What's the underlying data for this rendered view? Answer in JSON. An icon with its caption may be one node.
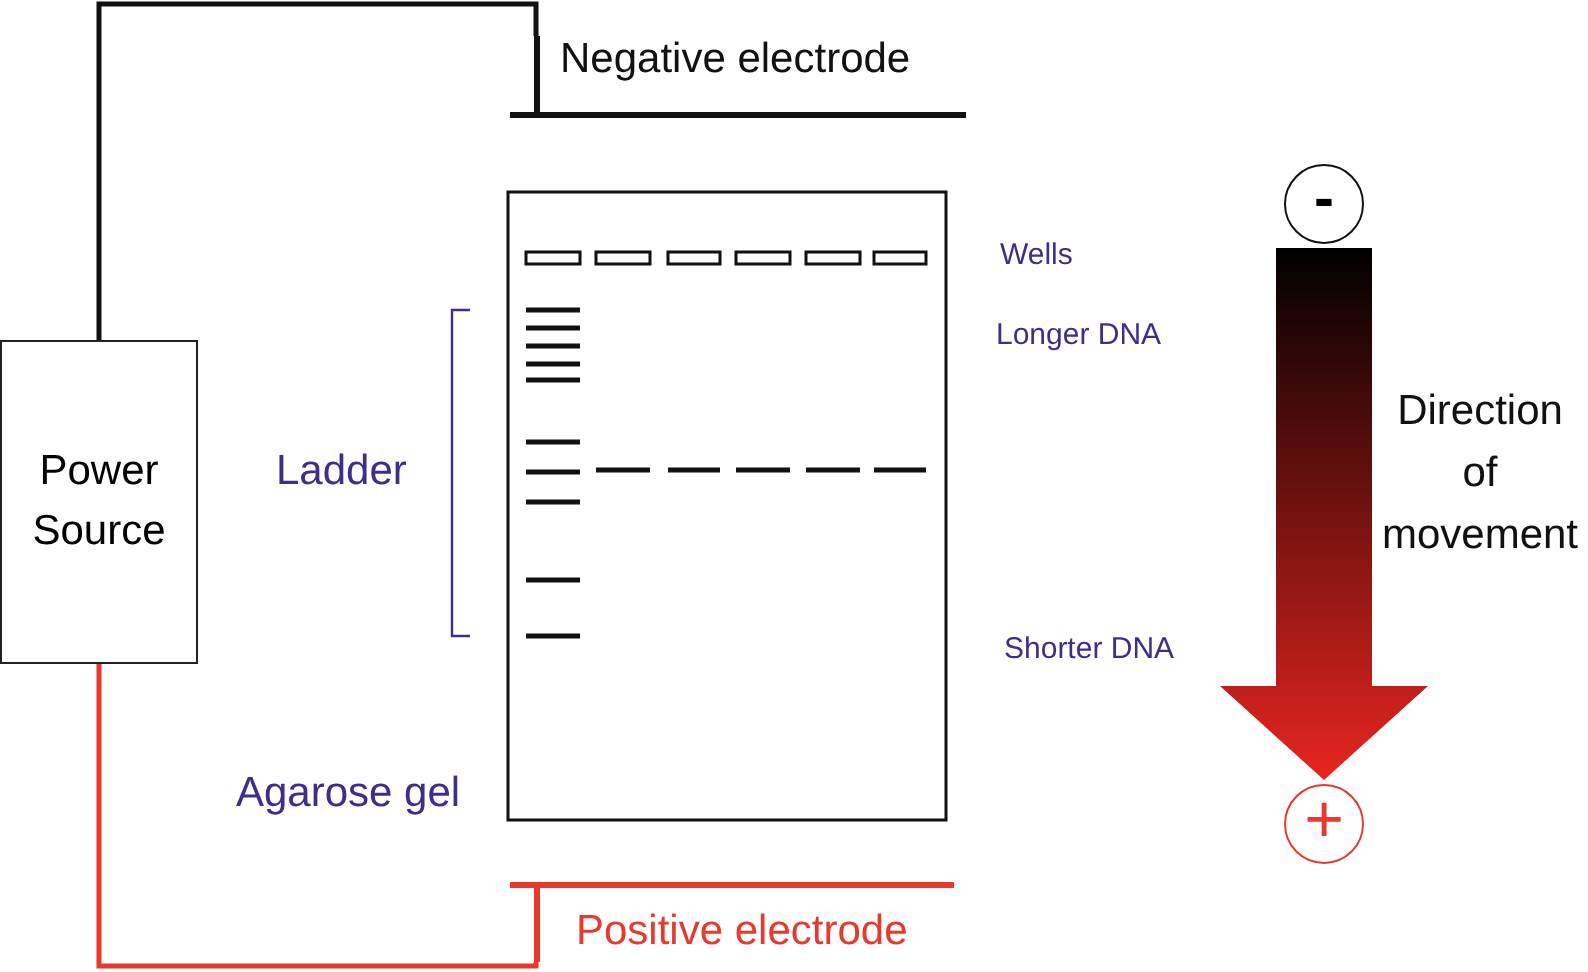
{
  "diagram": {
    "nodes": [
      {
        "text": [
          "Power Source"
        ]
      },
      {
        "text": [
          "Negative electrode"
        ]
      },
      {
        "text": [
          "Positive electrode"
        ]
      },
      {
        "text": [
          "-"
        ]
      },
      {
        "text": [
          "+"
        ]
      }
    ],
    "edges": [
      {
        "from": 0,
        "to": 1,
        "arrow": "none"
      },
      {
        "from": 0,
        "to": 2,
        "arrow": "none",
        "color": "#e8392f"
      },
      {
        "from": 3,
        "to": 4,
        "arrow": "to",
        "style": "thick"
      }
    ],
    "labels": [
      "Wells",
      "Longer DNA",
      "Ladder",
      "Shorter DNA",
      "Direction of movement",
      "Agarose gel"
    ]
  }
}
